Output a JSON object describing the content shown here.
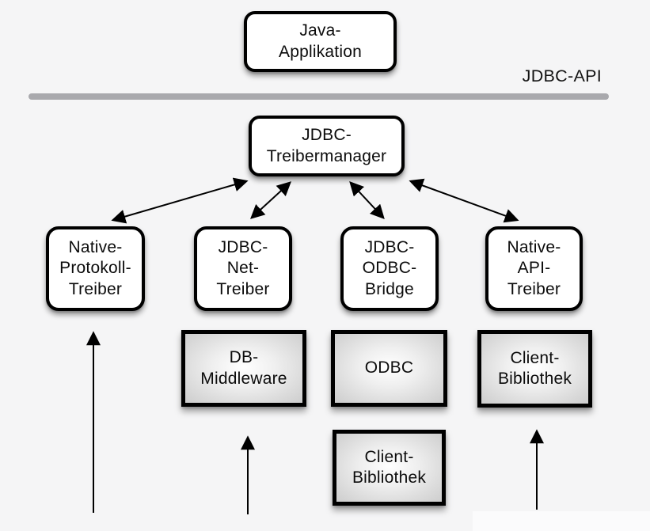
{
  "api_layer_label": "JDBC-API",
  "boxes": {
    "java_application": {
      "label": "Java-\nApplikation",
      "style": "white-rounded"
    },
    "jdbc_treibermanager": {
      "label": "JDBC-\nTreibermanager",
      "style": "white-rounded"
    },
    "native_protokoll_treiber": {
      "label": "Native-\nProtokoll-\nTreiber",
      "style": "white-rounded"
    },
    "jdbc_net_treiber": {
      "label": "JDBC-\nNet-\nTreiber",
      "style": "white-rounded"
    },
    "jdbc_odbc_bridge": {
      "label": "JDBC-\nODBC-\nBridge",
      "style": "white-rounded"
    },
    "native_api_treiber": {
      "label": "Native-\nAPI-\nTreiber",
      "style": "white-rounded"
    },
    "db_middleware": {
      "label": "DB-\nMiddleware",
      "style": "gray-gradient"
    },
    "odbc": {
      "label": "ODBC",
      "style": "gray-gradient"
    },
    "client_bibliothek_middle": {
      "label": "Client-\nBibliothek",
      "style": "gray-gradient"
    },
    "client_bibliothek_right": {
      "label": "Client-\nBibliothek",
      "style": "gray-gradient"
    }
  },
  "edges": [
    {
      "from": "jdbc_treibermanager",
      "to": "native_protokoll_treiber",
      "direction": "bidirectional"
    },
    {
      "from": "jdbc_treibermanager",
      "to": "jdbc_net_treiber",
      "direction": "bidirectional"
    },
    {
      "from": "jdbc_treibermanager",
      "to": "jdbc_odbc_bridge",
      "direction": "bidirectional"
    },
    {
      "from": "jdbc_treibermanager",
      "to": "native_api_treiber",
      "direction": "bidirectional"
    },
    {
      "from": "offscreen-bottom",
      "to": "native_protokoll_treiber",
      "direction": "up"
    },
    {
      "from": "offscreen-bottom",
      "to": "db_middleware",
      "direction": "up"
    },
    {
      "from": "offscreen-bottom",
      "to": "client_bibliothek_right",
      "direction": "up"
    }
  ],
  "colors": {
    "background": "#f5f5f6",
    "divider": "#a9a9ad",
    "box_border": "#000000",
    "white_box_fill": "#ffffff",
    "gray_box_center": "#ffffff",
    "gray_box_edge": "#cdcdcd",
    "arrow": "#000000"
  }
}
